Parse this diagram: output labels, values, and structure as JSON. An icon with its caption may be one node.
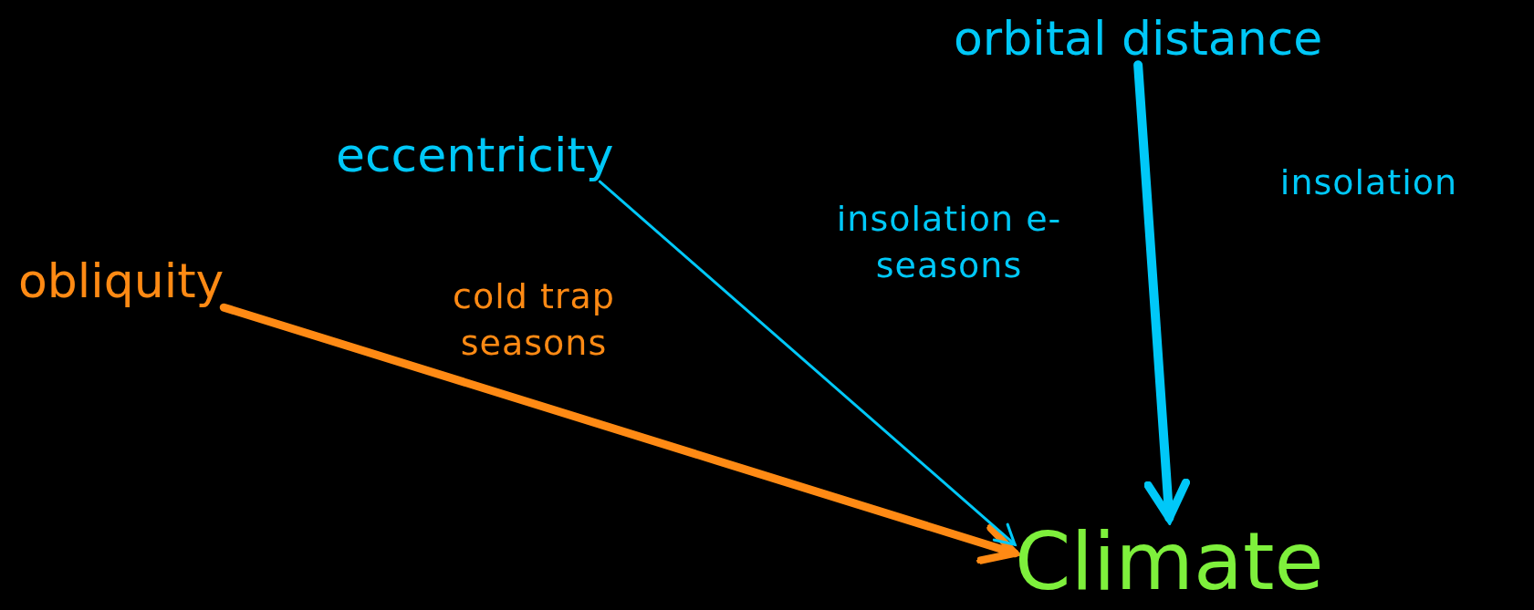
{
  "diagram": {
    "nodes": [
      {
        "text": [
          "orbital distance"
        ]
      },
      {
        "text": [
          "eccentricity"
        ]
      },
      {
        "text": [
          "obliquity"
        ]
      },
      {
        "text": [
          "Climate"
        ]
      }
    ],
    "edges": [
      {
        "from": 2,
        "to": 3,
        "arrow": "to",
        "label": "cold trap seasons",
        "color": "#ff8a14"
      },
      {
        "from": 1,
        "to": 3,
        "arrow": "to",
        "label": "insolation e-seasons",
        "color": "#00c8f8"
      },
      {
        "from": 0,
        "to": 3,
        "arrow": "to",
        "label": "insolation",
        "color": "#00c8f8"
      }
    ]
  }
}
